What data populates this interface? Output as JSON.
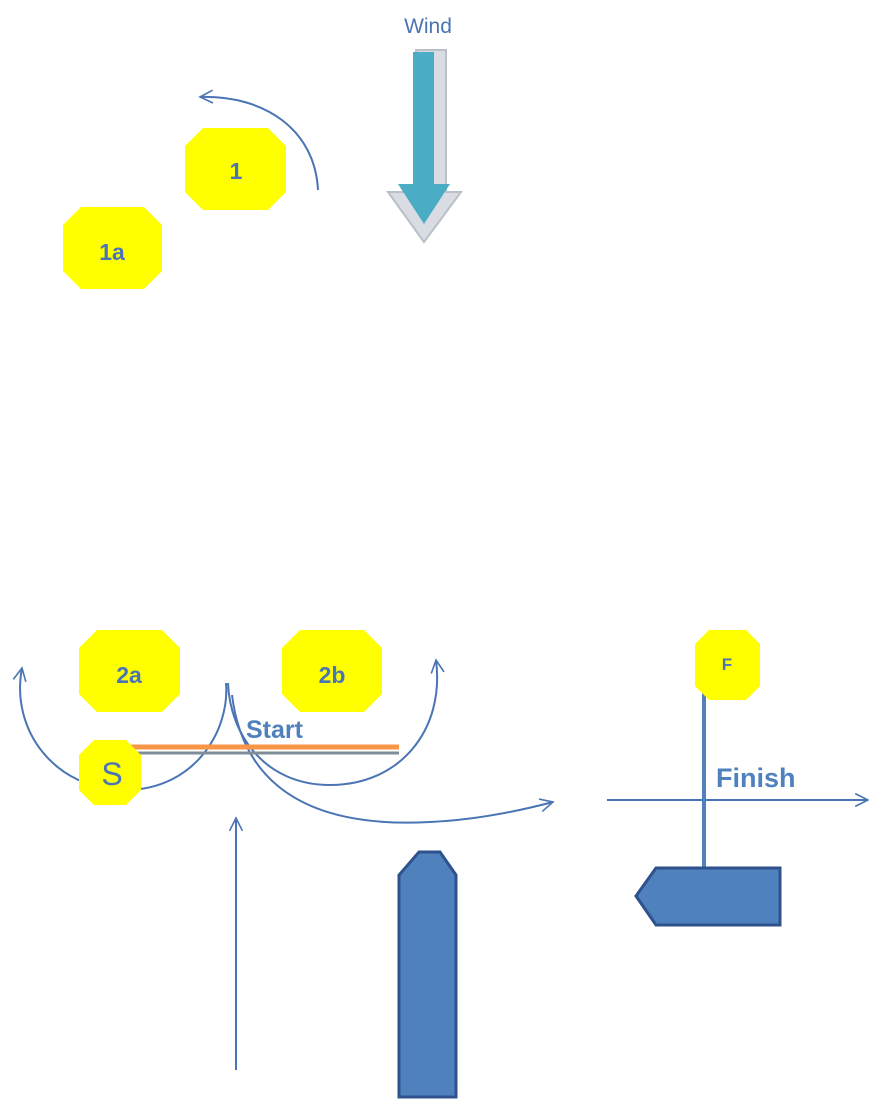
{
  "wind": {
    "label": "Wind"
  },
  "marks": {
    "m1": "1",
    "m1a": "1a",
    "m2a": "2a",
    "m2b": "2b",
    "finish_mark": "F",
    "start_mark": "S"
  },
  "lines": {
    "start_label": "Start",
    "finish_label": "Finish"
  },
  "colors": {
    "mark_fill": "#ffff00",
    "arrow_blue": "#4a74b4",
    "boat_fill": "#4f81bd",
    "boat_stroke": "#2f528f",
    "wind_fill": "#4bacc6",
    "start_line": "#f79646"
  }
}
